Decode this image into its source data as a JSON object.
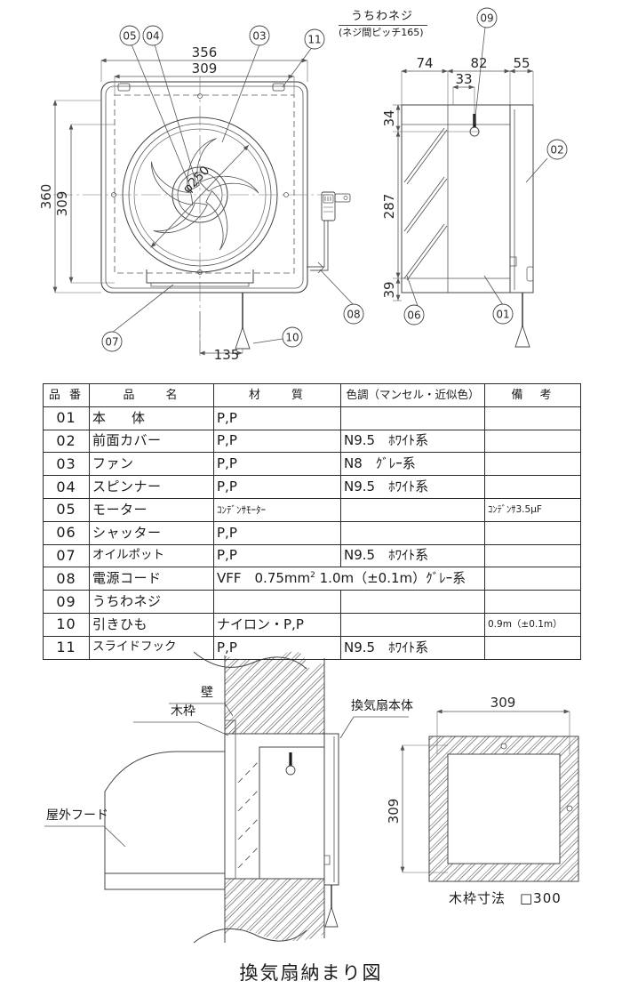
{
  "front_view": {
    "dimensions": {
      "width_outer": "356",
      "width_inner": "309",
      "height_outer": "360",
      "height_inner": "309",
      "fan_diameter": "φ250",
      "cord_offset": "135"
    },
    "balloons": [
      "05",
      "04",
      "03",
      "11",
      "07",
      "08",
      "10"
    ]
  },
  "side_view": {
    "note_line1": "うちわネジ",
    "note_balloon": "09",
    "note_line2": "(ネジ間ピッチ165)",
    "dimensions": {
      "d74": "74",
      "d82": "82",
      "d55": "55",
      "d33": "33",
      "d34": "34",
      "d287": "287",
      "d39": "39"
    },
    "balloons": [
      "02",
      "06",
      "01"
    ]
  },
  "parts_table": {
    "headers": {
      "no": "品 番",
      "name": "品　　名",
      "material": "材　　質",
      "color": "色調（マンセル・近似色）",
      "remarks": "備　考"
    },
    "rows": [
      {
        "no": "01",
        "name": "本　体",
        "material": "P,P",
        "color": "",
        "remarks": ""
      },
      {
        "no": "02",
        "name": "前面カバー",
        "material": "P,P",
        "color": "N9.5　ﾎﾜｲﾄ系",
        "remarks": ""
      },
      {
        "no": "03",
        "name": "ファン",
        "material": "P,P",
        "color": "N8　ｸﾞﾚｰ系",
        "remarks": ""
      },
      {
        "no": "04",
        "name": "スピンナー",
        "material": "P,P",
        "color": "N9.5　ﾎﾜｲﾄ系",
        "remarks": ""
      },
      {
        "no": "05",
        "name": "モーター",
        "material": "ｺﾝﾃﾞﾝｻﾓｰﾀｰ",
        "color": "",
        "remarks": "ｺﾝﾃﾞﾝｻ3.5μF"
      },
      {
        "no": "06",
        "name": "シャッター",
        "material": "P,P",
        "color": "",
        "remarks": ""
      },
      {
        "no": "07",
        "name": "オイルポット",
        "material": "P,P",
        "color": "N9.5　ﾎﾜｲﾄ系",
        "remarks": ""
      },
      {
        "no": "08",
        "name": "電源コード",
        "material": "VFF　0.75mm",
        "material_sup": "2",
        "color": "1.0m（±0.1m）ｸﾞﾚｰ系",
        "remarks": "",
        "span": true
      },
      {
        "no": "09",
        "name": "うちわネジ",
        "material": "",
        "color": "",
        "remarks": ""
      },
      {
        "no": "10",
        "name": "引きひも",
        "material": "ナイロン・P,P",
        "color": "",
        "remarks": "0.9m（±0.1m）"
      },
      {
        "no": "11",
        "name": "スライドフック",
        "material": "P,P",
        "color": "N9.5　ﾎﾜｲﾄ系",
        "remarks": ""
      }
    ]
  },
  "install_view": {
    "labels": {
      "wall": "壁",
      "wood_frame": "木枠",
      "outdoor_hood": "屋外フード",
      "fan_body": "換気扇本体"
    },
    "frame_dims": {
      "width": "309",
      "height": "309",
      "caption": "木枠寸法　□300"
    }
  },
  "sheet_title": "換気扇納まり図"
}
